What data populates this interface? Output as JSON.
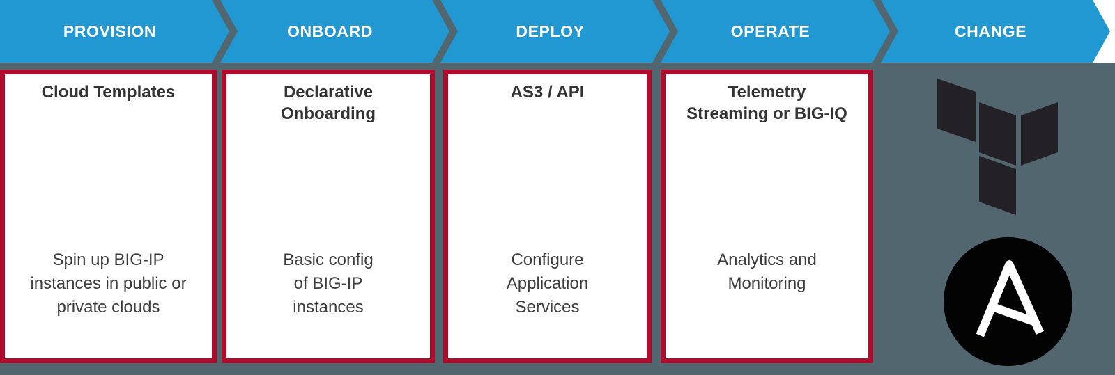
{
  "colors": {
    "blue": "#2298d3",
    "slate": "#51666e",
    "red": "#af0b2c",
    "title_text": "#333333",
    "body_text": "#3d3d3d",
    "terraform_dark": "#242126",
    "ansible_black": "#030303",
    "white": "#ffffff"
  },
  "pipeline": {
    "stages": [
      {
        "label": "PROVISION",
        "card": {
          "title": [
            "Cloud Templates"
          ],
          "body": [
            "Spin up BIG-IP",
            "instances in public or",
            "private clouds"
          ]
        }
      },
      {
        "label": "ONBOARD",
        "card": {
          "title": [
            "Declarative",
            "Onboarding"
          ],
          "body": [
            "Basic config",
            "of BIG-IP",
            "instances"
          ]
        }
      },
      {
        "label": "DEPLOY",
        "card": {
          "title": [
            "AS3 / API"
          ],
          "body": [
            "Configure",
            "Application",
            "Services"
          ]
        }
      },
      {
        "label": "OPERATE",
        "card": {
          "title": [
            "Telemetry",
            "Streaming or BIG-IQ"
          ],
          "body": [
            "Analytics and",
            "Monitoring"
          ]
        }
      },
      {
        "label": "CHANGE",
        "logos": [
          "terraform-icon",
          "ansible-icon"
        ]
      }
    ]
  }
}
